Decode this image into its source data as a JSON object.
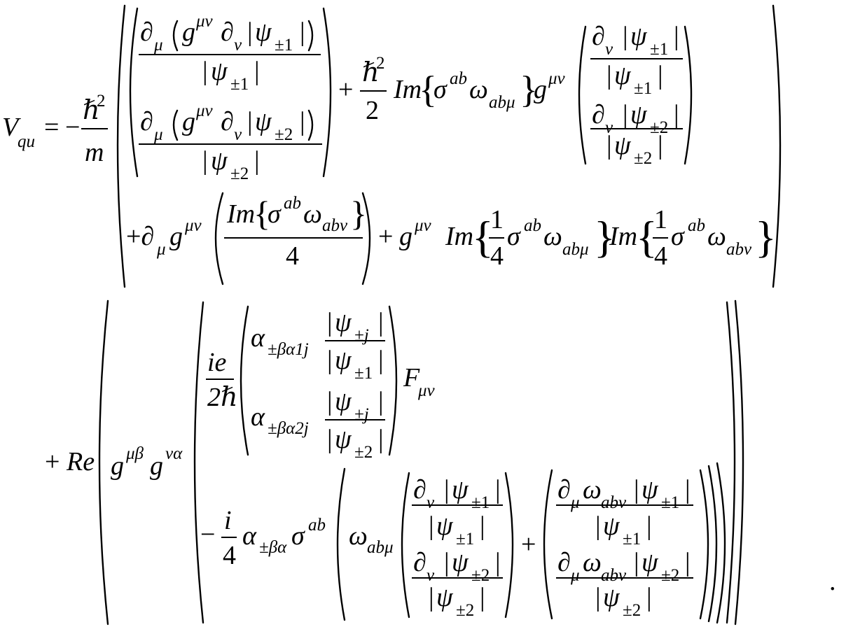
{
  "equation": {
    "lhs": {
      "V": "V",
      "qu": "qu",
      "eq": "=",
      "minus": "−",
      "hbar": "ℏ",
      "sq": "2",
      "m": "m"
    },
    "term1": {
      "partial_mu": "∂",
      "mu": "μ",
      "g": "g",
      "munu": "μν",
      "partial_nu": "∂",
      "nu": "ν",
      "abs_open": "|",
      "psi": "ψ",
      "abs_close": "|",
      "idx1": "±1",
      "idx2": "±2"
    },
    "term2": {
      "plus": "+",
      "hbar": "ℏ",
      "sq": "2",
      "two": "2",
      "Im": "Im",
      "sigma": "σ",
      "ab": "ab",
      "omega": "ω",
      "abmu": "abμ",
      "g": "g",
      "munu": "μν",
      "partial": "∂",
      "nu": "ν",
      "psi": "ψ",
      "idx1": "±1",
      "idx2": "±2"
    },
    "row2": {
      "plus_partial": "+∂",
      "mu": "μ",
      "g": "g",
      "munu": "μν",
      "Im": "Im",
      "sigma": "σ",
      "ab": "ab",
      "omega": "ω",
      "abnu": "abν",
      "four": "4",
      "plus": "+",
      "one": "1",
      "abmu": "abμ"
    },
    "re_block": {
      "plus": "+",
      "Re": "Re",
      "g": "g",
      "mubeta": "μβ",
      "nualpha": "να",
      "ie": "ie",
      "two_hbar": "2ℏ",
      "alpha": "α",
      "idx_b1j": "±βα1j",
      "idx_b2j": "±βα2j",
      "idx_ba": "±βα",
      "psi": "ψ",
      "idx_j": "±j",
      "idx1": "±1",
      "idx2": "±2",
      "F": "F",
      "munu": "μν",
      "minus": "−",
      "i": "i",
      "four": "4",
      "sigma": "σ",
      "ab": "ab",
      "omega": "ω",
      "abmu": "abμ",
      "abnu": "abν",
      "partial": "∂",
      "mu": "μ",
      "nu": "ν"
    },
    "end_period": "."
  }
}
